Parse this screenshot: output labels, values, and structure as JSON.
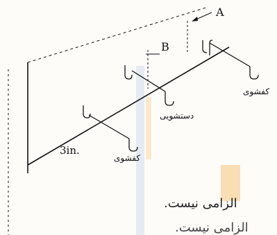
{
  "labels": {
    "a": "A",
    "b": "B",
    "pipe_size": "3in.",
    "fixture_right": "کفشوی",
    "fixture_middle": "دستشویی",
    "fixture_bottom": "کفشوی"
  },
  "page_text": {
    "line1": "الزامی نیست.",
    "line2": "الزامی نیست."
  },
  "colors": {
    "ink": "#111111",
    "watermark_orange": "#f5c27a",
    "watermark_blue": "#c9d8ea"
  }
}
